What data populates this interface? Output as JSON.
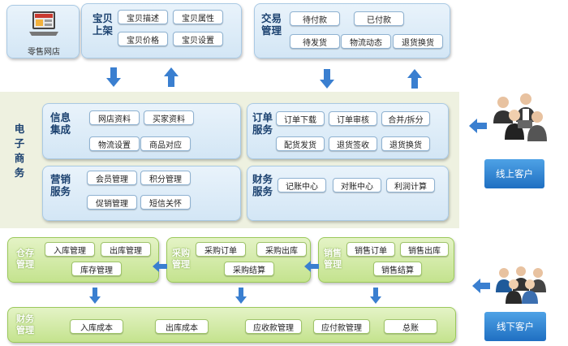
{
  "retail": {
    "label": "零售网店"
  },
  "shelf": {
    "title": "宝贝\n上架",
    "items": [
      "宝贝描述",
      "宝贝属性",
      "宝贝价格",
      "宝贝设置"
    ]
  },
  "trade": {
    "title": "交易\n管理",
    "items": [
      "待付款",
      "已付款",
      "待发货",
      "物流动态",
      "退货换货"
    ]
  },
  "ecommerce": {
    "title": "电\n子\n商\n务"
  },
  "info": {
    "title": "信息\n集成",
    "items": [
      "网店资料",
      "买家资料",
      "物流设置",
      "商品对应"
    ]
  },
  "order": {
    "title": "订单\n服务",
    "items": [
      "订单下载",
      "订单审核",
      "合并/拆分",
      "配货发货",
      "退货签收",
      "退货换货"
    ]
  },
  "marketing": {
    "title": "营销\n服务",
    "items": [
      "会员管理",
      "积分管理",
      "促销管理",
      "短信关怀"
    ]
  },
  "finance_service": {
    "title": "财务\n服务",
    "items": [
      "记账中心",
      "对账中心",
      "利润计算"
    ]
  },
  "online_customer": {
    "label": "线上客户"
  },
  "warehouse": {
    "title": "仓存\n管理",
    "items": [
      "入库管理",
      "出库管理",
      "库存管理"
    ]
  },
  "purchase": {
    "title": "采购\n管理",
    "items": [
      "采购订单",
      "采购出库",
      "采购结算"
    ]
  },
  "sales": {
    "title": "销售\n管理",
    "items": [
      "销售订单",
      "销售出库",
      "销售结算"
    ]
  },
  "finance_mgmt": {
    "title": "财务\n管理",
    "items": [
      "入库成本",
      "出库成本",
      "应收款管理",
      "应付款管理",
      "总账"
    ]
  },
  "offline_customer": {
    "label": "线下客户"
  },
  "colors": {
    "arrow": "#3a7fd0",
    "blue_panel": "#d3e6f5",
    "green_panel": "#c4e38e"
  }
}
